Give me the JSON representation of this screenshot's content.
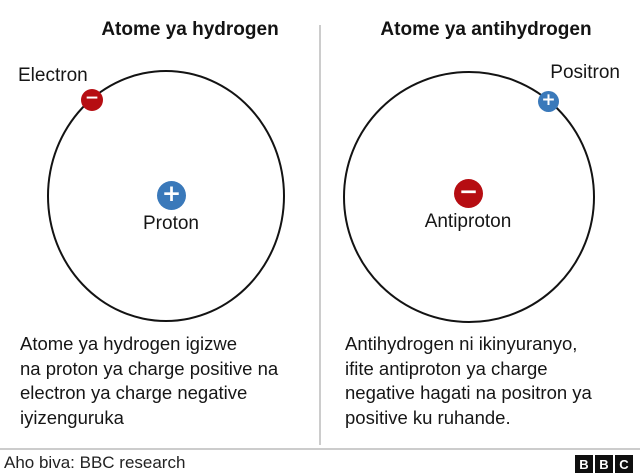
{
  "colors": {
    "particle_red": "#b60d12",
    "particle_blue": "#3a79ba",
    "divider_gray": "#cccccc",
    "text_dark": "#161616"
  },
  "icons": {
    "plus": "+",
    "minus": "−"
  },
  "panels": [
    {
      "title": "Atome ya hydrogen",
      "orbit_particle": {
        "label": "Electron",
        "charge": "negative"
      },
      "nucleus_particle": {
        "label": "Proton",
        "charge": "positive"
      },
      "description": "Atome ya hydrogen igizwe\nna proton ya charge positive na\nelectron ya charge negative\niyizenguruka"
    },
    {
      "title": "Atome ya antihydrogen",
      "orbit_particle": {
        "label": "Positron",
        "charge": "positive"
      },
      "nucleus_particle": {
        "label": "Antiproton",
        "charge": "negative"
      },
      "description": "Antihydrogen ni ikinyuranyo,\nifite antiproton ya charge\nnegative hagati na positron ya\npositive ku ruhande."
    }
  ],
  "footer": {
    "source": "Aho biva: BBC research",
    "bbc_logo": [
      "B",
      "B",
      "C"
    ]
  }
}
